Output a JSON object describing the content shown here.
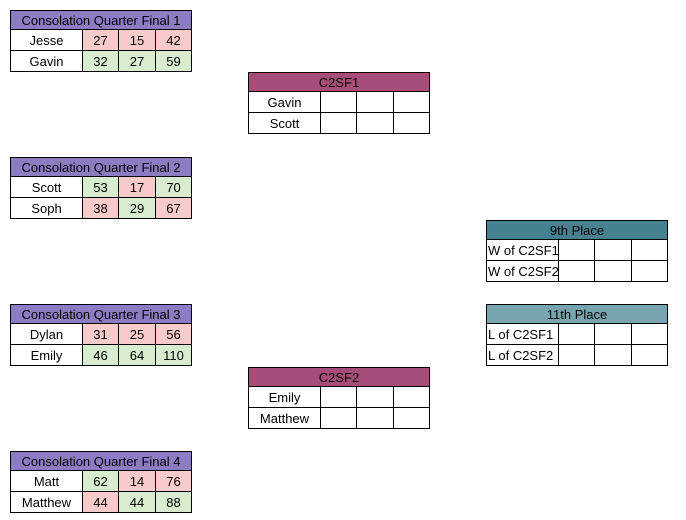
{
  "colors": {
    "quarter_header": "#8e7cc3",
    "semi_header": "#a64d79",
    "ninth_header": "#45818e",
    "eleventh_header": "#76a5af",
    "lose_cell": "#f8cbcb",
    "win_cell": "#d8ecd0"
  },
  "qf1": {
    "title": "Consolation Quarter Final 1",
    "rows": [
      {
        "name": "Jesse",
        "s1": "27",
        "s2": "15",
        "total": "42"
      },
      {
        "name": "Gavin",
        "s1": "32",
        "s2": "27",
        "total": "59"
      }
    ]
  },
  "qf2": {
    "title": "Consolation Quarter Final 2",
    "rows": [
      {
        "name": "Scott",
        "s1": "53",
        "s2": "17",
        "total": "70"
      },
      {
        "name": "Soph",
        "s1": "38",
        "s2": "29",
        "total": "67"
      }
    ]
  },
  "qf3": {
    "title": "Consolation Quarter Final 3",
    "rows": [
      {
        "name": "Dylan",
        "s1": "31",
        "s2": "25",
        "total": "56"
      },
      {
        "name": "Emily",
        "s1": "46",
        "s2": "64",
        "total": "110"
      }
    ]
  },
  "qf4": {
    "title": "Consolation Quarter Final 4",
    "rows": [
      {
        "name": "Matt",
        "s1": "62",
        "s2": "14",
        "total": "76"
      },
      {
        "name": "Matthew",
        "s1": "44",
        "s2": "44",
        "total": "88"
      }
    ]
  },
  "sf1": {
    "title": "C2SF1",
    "rows": [
      "Gavin",
      "Scott"
    ]
  },
  "sf2": {
    "title": "C2SF2",
    "rows": [
      "Emily",
      "Matthew"
    ]
  },
  "ninth": {
    "title": "9th Place",
    "rows": [
      "W of C2SF1",
      "W of C2SF2"
    ]
  },
  "eleventh": {
    "title": "11th Place",
    "rows": [
      "L of C2SF1",
      "L of C2SF2"
    ]
  }
}
